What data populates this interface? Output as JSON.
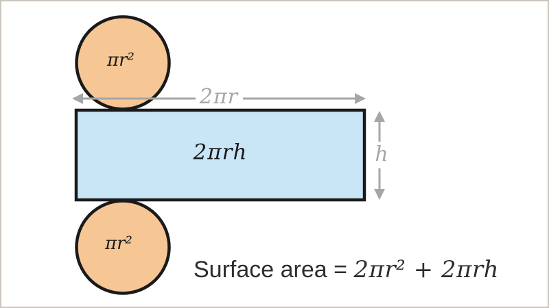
{
  "diagram": {
    "description": "Net of a cylinder: two circles and a rectangle with dimension arrows",
    "labels": {
      "top_circle": "πr²",
      "bottom_circle": "πr²",
      "rectangle": "2πrh",
      "width_arrow": "2πr",
      "height_arrow": "h"
    },
    "formula": {
      "prefix": "Surface area = ",
      "math": "2πr² + 2πrh"
    }
  },
  "colors": {
    "circle_fill": "#F6C795",
    "rect_fill": "#C9E6F7",
    "outline": "#1A1A1A",
    "arrow": "#A6A6A6",
    "text": "#2D2D2D",
    "frame_border": "#CBC5BE"
  }
}
